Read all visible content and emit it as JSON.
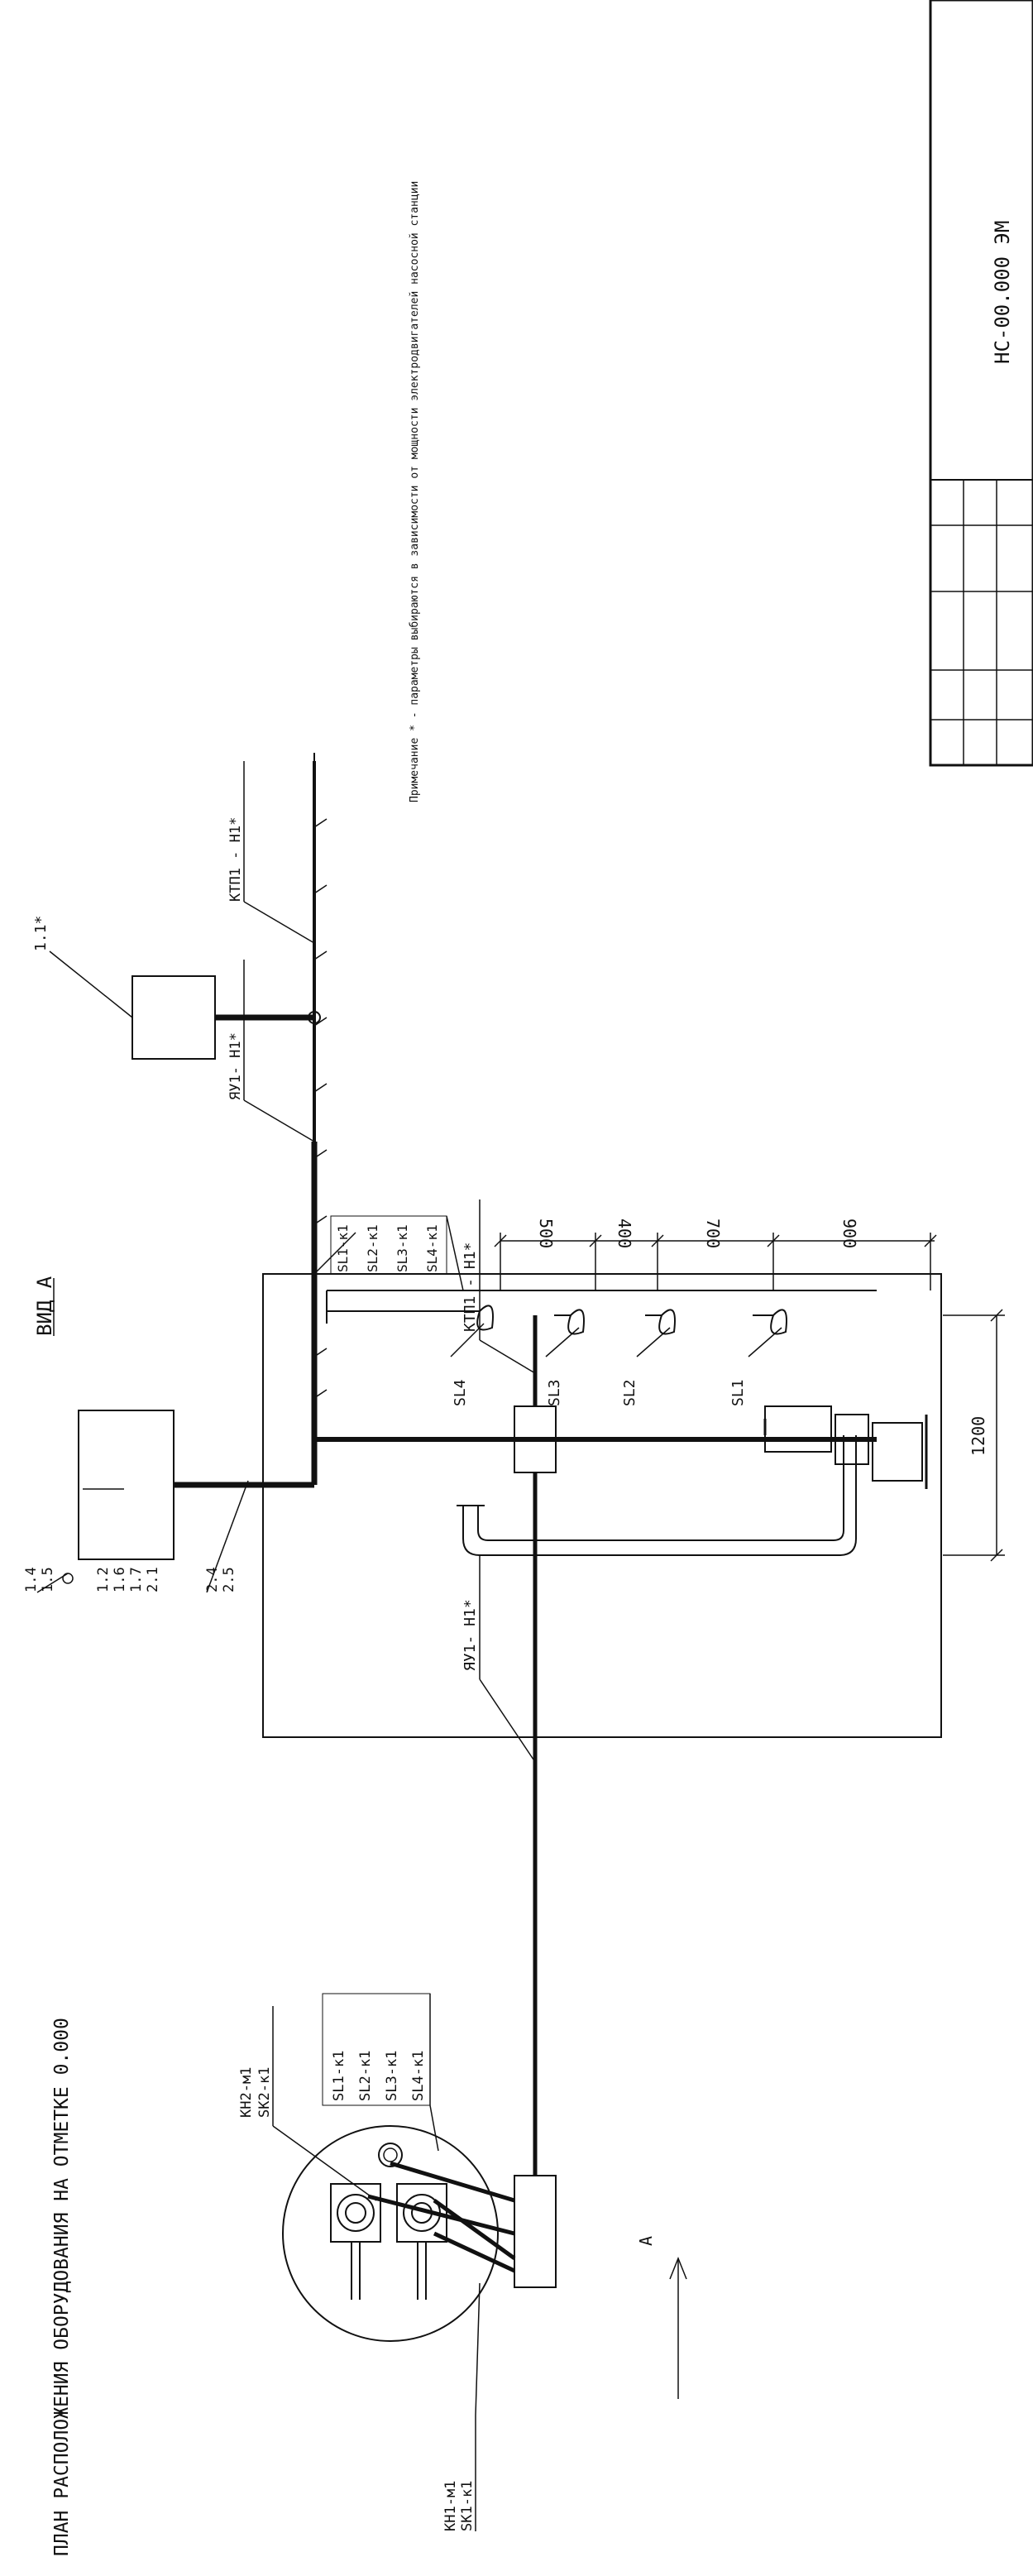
{
  "plan": {
    "title": "ПЛАН РАСПОЛОЖЕНИЯ ОБОРУДОВАНИЯ    НА ОТМЕТКЕ 0.000",
    "callouts": {
      "kh2": [
        "КН2-м1",
        "SK2-к1"
      ],
      "sl": [
        "SL1-к1",
        "SL2-к1",
        "SL3-к1",
        "SL4-к1"
      ],
      "kh1": [
        "КН1-м1",
        "SK1-к1"
      ]
    },
    "cable_ya": "ЯУ1- Н1*",
    "cable_ktp": "КТП1 - Н1*",
    "arrow_label": "А"
  },
  "view": {
    "title": "ВИД  А",
    "callout_lamp": [
      "1.4",
      "1.5"
    ],
    "callout_box": [
      "1.2",
      "1.6",
      "1.7",
      "2.1"
    ],
    "callout_pipe": [
      "2.4",
      "2.5"
    ],
    "sensors": [
      "SL4",
      "SL3",
      "SL2",
      "SL1"
    ],
    "sl_callout": [
      "SL1-к1",
      "SL2-к1",
      "SL3-к1",
      "SL4-к1"
    ],
    "cable_ya": "ЯУ1- Н1*",
    "cable_ktp": "КТП1 - Н1*",
    "device_label": "1.1*",
    "dims": [
      "500",
      "400",
      "700",
      "900"
    ],
    "width_dim": "1200"
  },
  "note": "Примечание   * - параметры выбираются в зависимости от мощности электродвигателей насосной станции",
  "stamp": {
    "doc_code": "НС-00.000 ЭМ"
  },
  "colors": {
    "ink": "#111111",
    "paper": "#ffffff"
  }
}
